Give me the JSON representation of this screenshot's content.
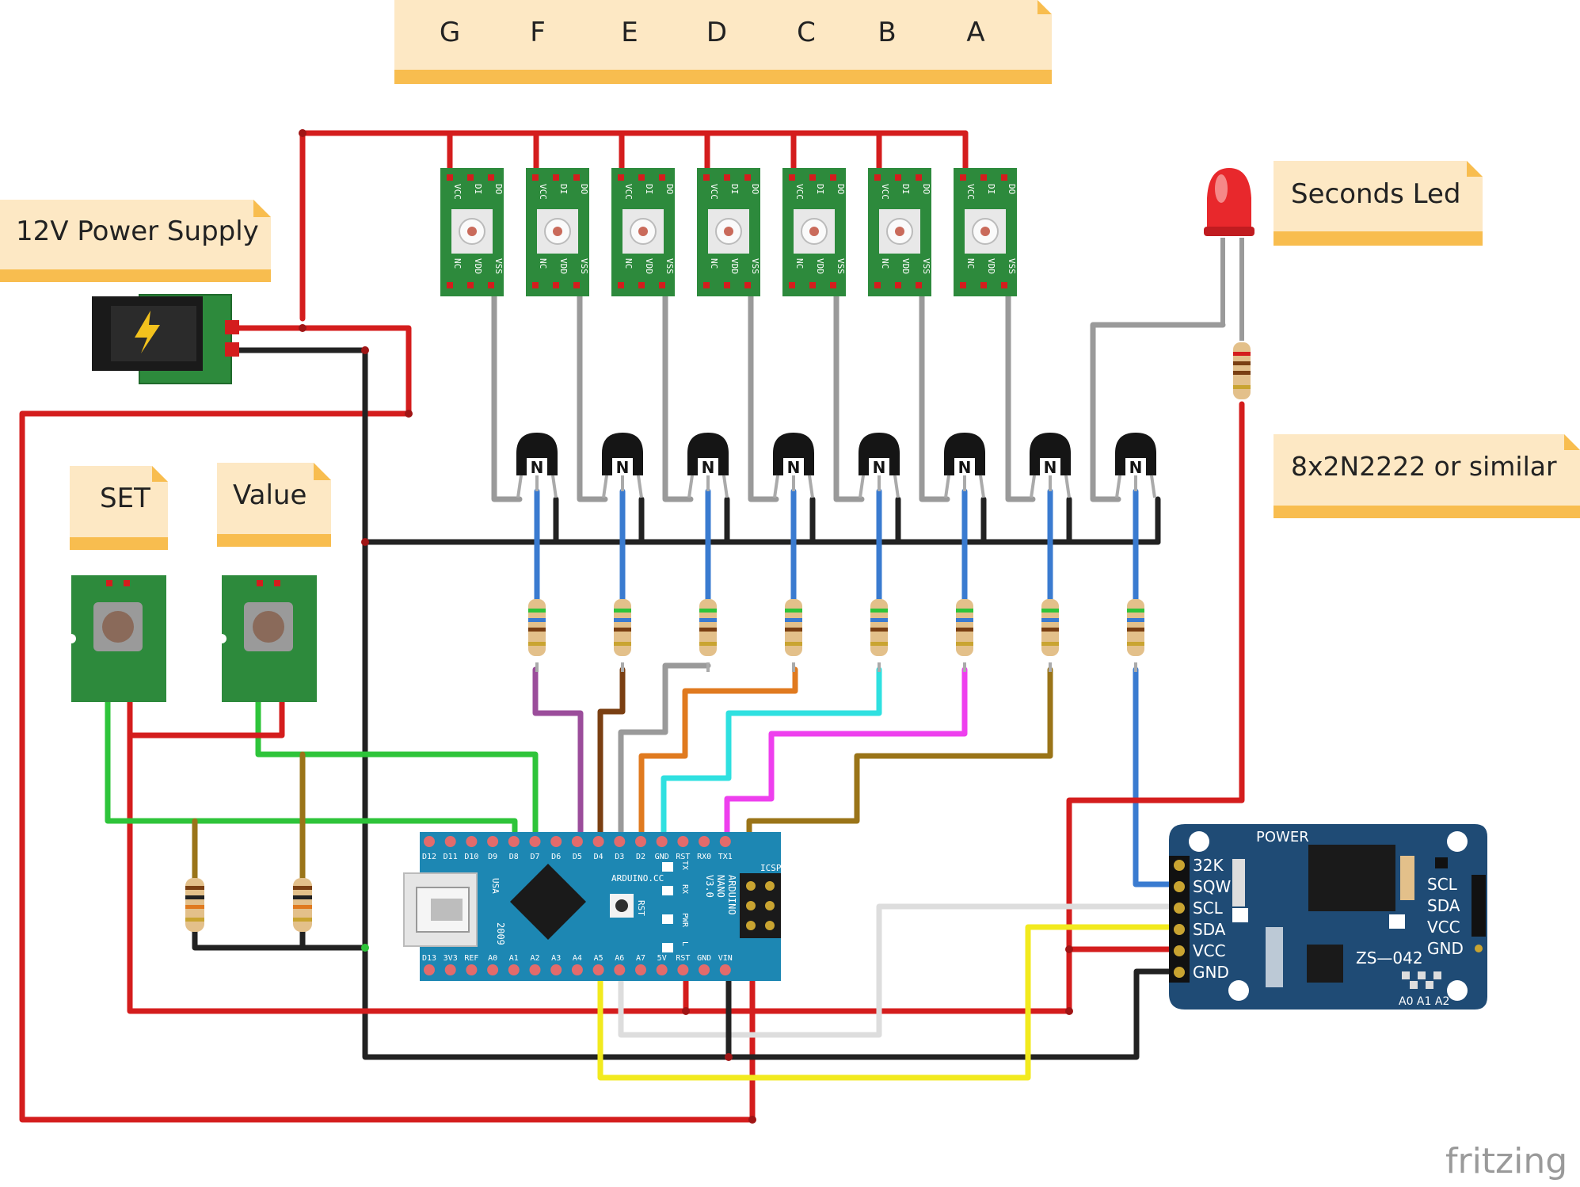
{
  "notes": {
    "segments_title": [
      "G",
      "F",
      "E",
      "D",
      "C",
      "B",
      "A"
    ],
    "power_supply": "12V Power Supply",
    "seconds_led": "Seconds Led",
    "transistors": "8x2N2222 or similar",
    "set_button": "SET",
    "value_button": "Value"
  },
  "led_module": {
    "pins_top": [
      "VCC",
      "DI",
      "DO"
    ],
    "pins_bottom": [
      "NC",
      "VDD",
      "VSS"
    ]
  },
  "transistor_mark": "N",
  "arduino": {
    "top_pins": [
      "D12",
      "D11",
      "D10",
      "D9",
      "D8",
      "D7",
      "D6",
      "D5",
      "D4",
      "D3",
      "D2",
      "GND",
      "RST",
      "RX0",
      "TX1"
    ],
    "bottom_pins": [
      "D13",
      "3V3",
      "REF",
      "A0",
      "A1",
      "A2",
      "A3",
      "A4",
      "A5",
      "A6",
      "A7",
      "5V",
      "RST",
      "GND",
      "VIN"
    ],
    "brand": "ARDUINO.CC",
    "model_lines": [
      "ARDUINO",
      "NANO",
      "V3.0"
    ],
    "usa": "USA",
    "year": "2009",
    "icsp": "ICSP",
    "labels": [
      "TX",
      "RX",
      "PWR",
      "L"
    ],
    "rst": "RST"
  },
  "rtc": {
    "left_pins": [
      "32K",
      "SQW",
      "SCL",
      "SDA",
      "VCC",
      "GND"
    ],
    "right_pins": [
      "SCL",
      "SDA",
      "VCC",
      "GND"
    ],
    "power": "POWER",
    "model": "ZS—042",
    "addr": "A0 A1 A2"
  },
  "watermark": "fritzing",
  "colors": {
    "wire_red": "#d41d1d",
    "wire_black": "#222222",
    "wire_gray": "#9a9a9a",
    "wire_blue": "#3a7bd0",
    "wire_green": "#2ec43a",
    "wire_yellow": "#f2ea1e",
    "wire_white": "#dddddd",
    "wire_purple": "#9b4d9b",
    "wire_brown": "#7a3f12",
    "wire_orange": "#e07a1f",
    "wire_cyan": "#2fe0e0",
    "wire_magenta": "#ee3fee",
    "wire_olive": "#9a7418",
    "note_fill": "#fde8c4",
    "note_band": "#f8bd4f",
    "pcb_green": "#2d8a3c",
    "nano_blue": "#1d87b3",
    "rtc_blue": "#1f4b75"
  }
}
